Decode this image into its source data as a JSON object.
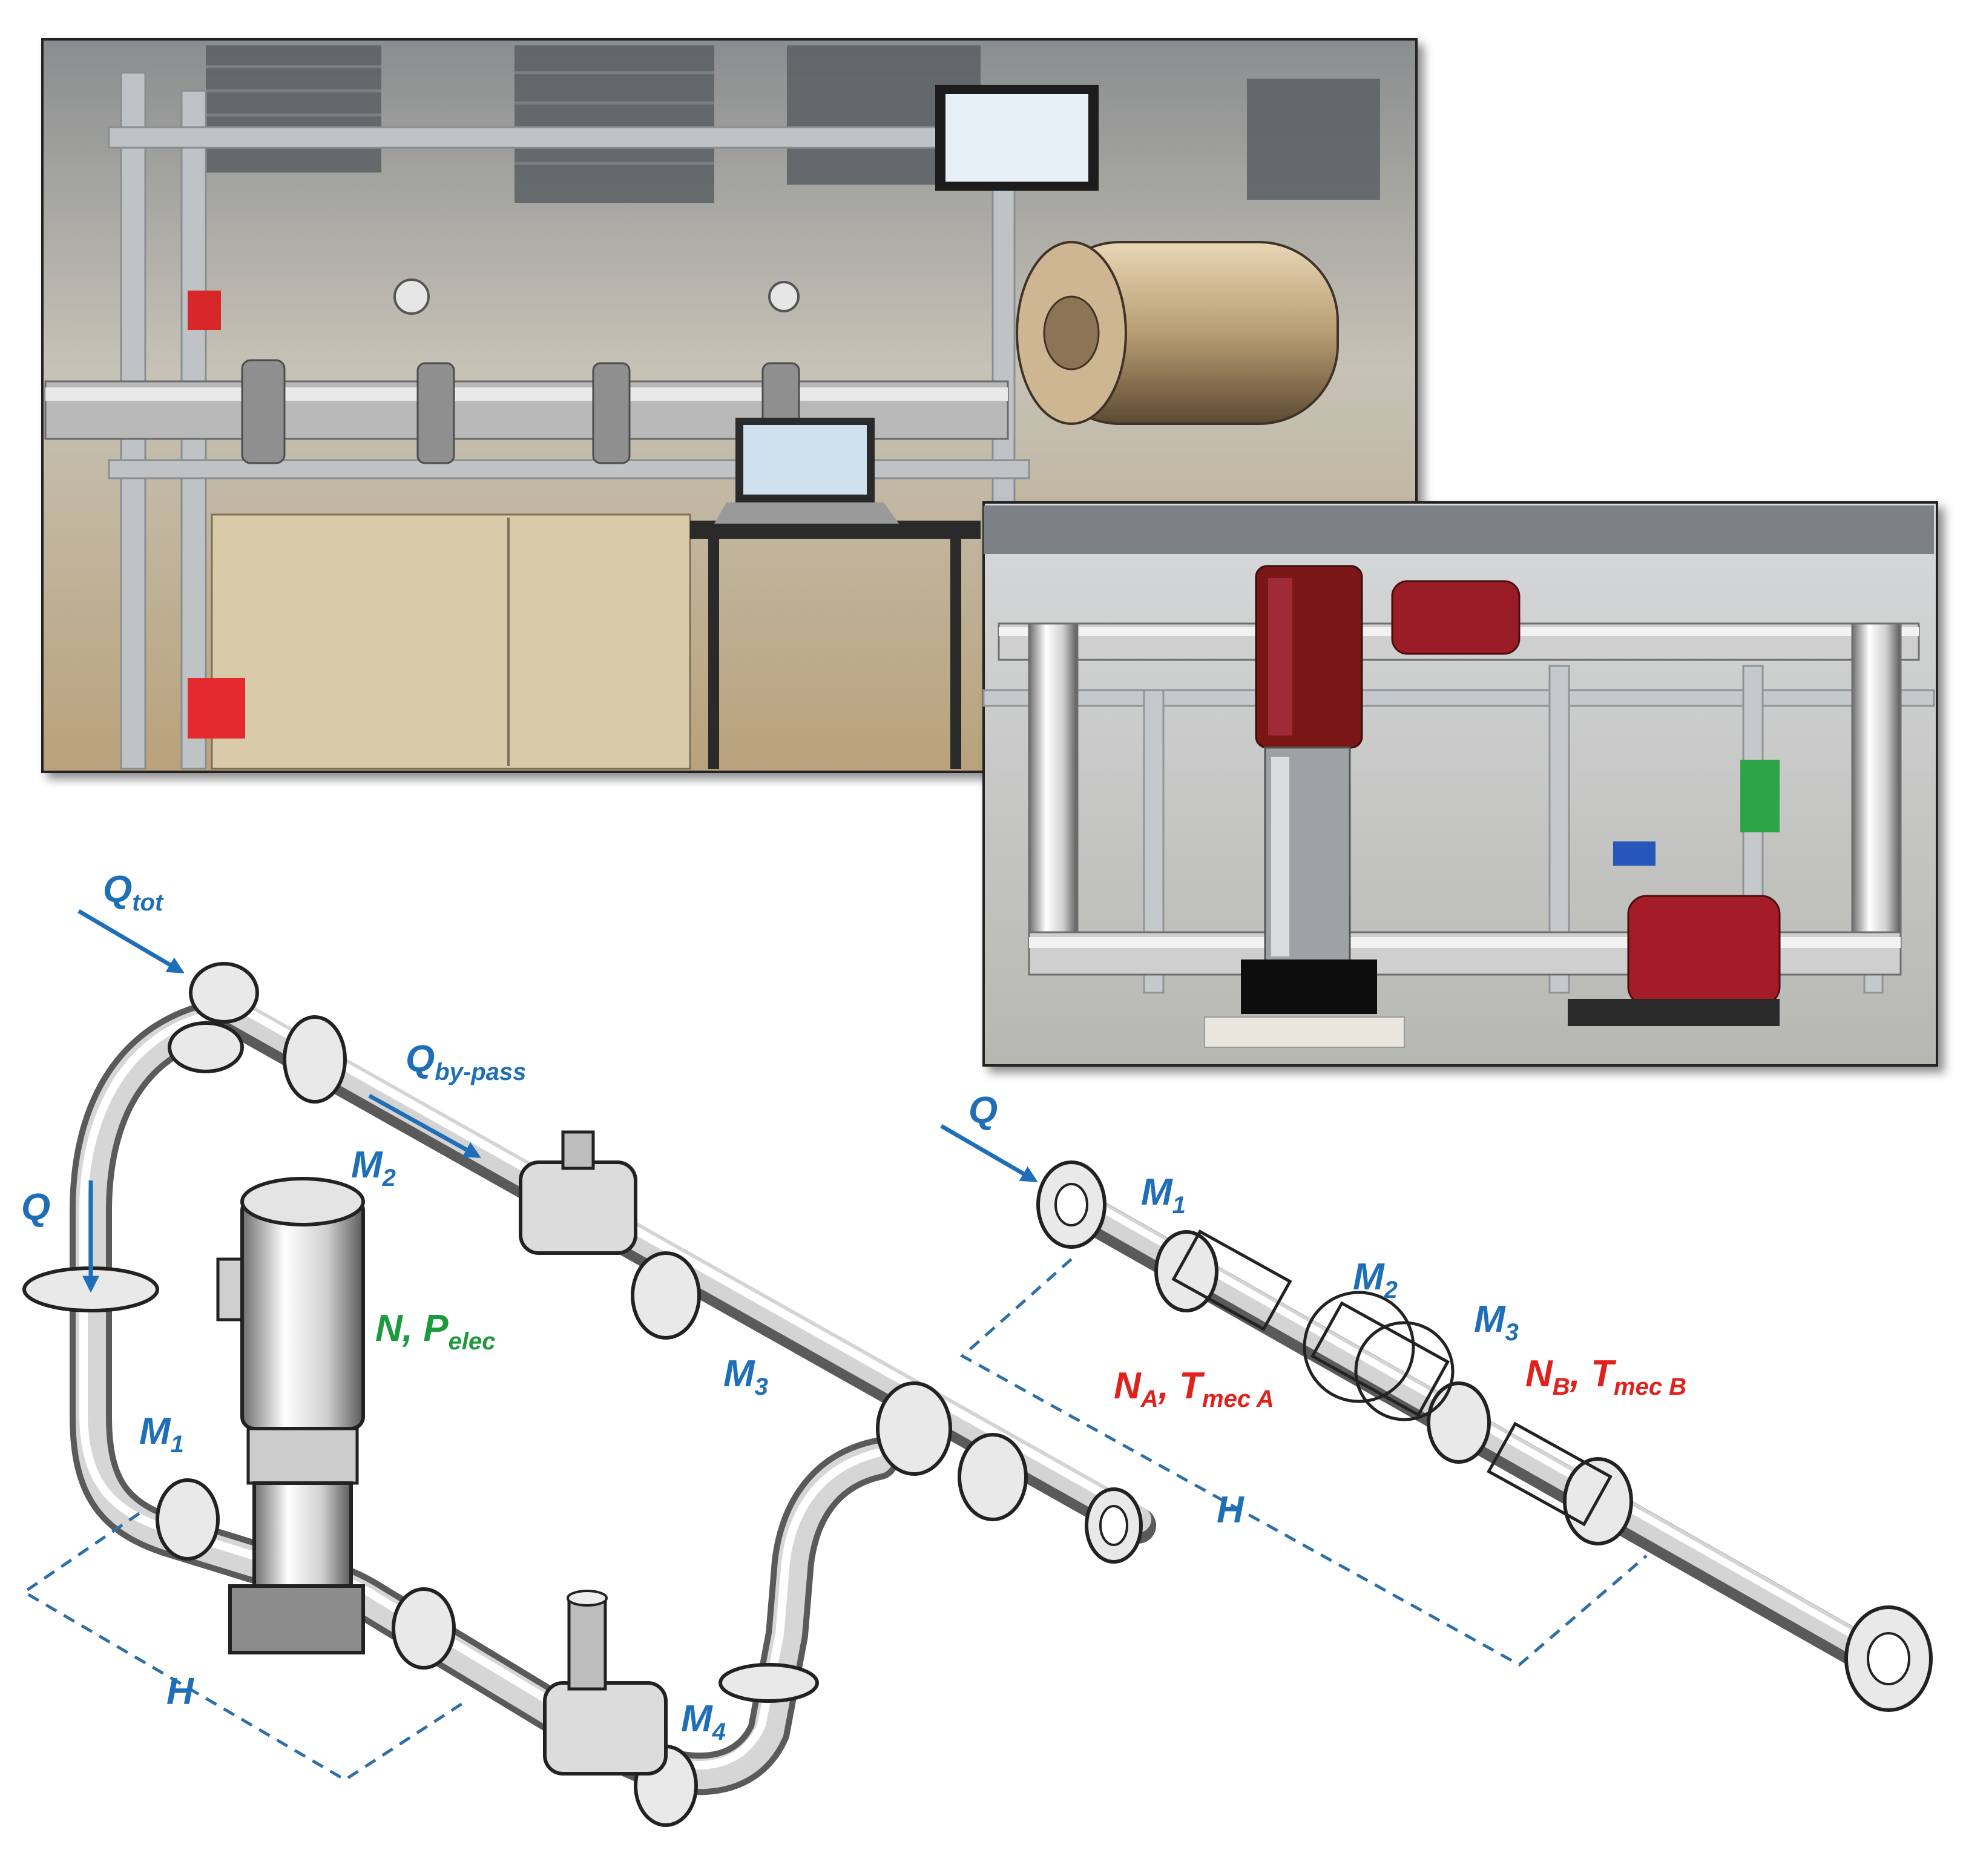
{
  "colors": {
    "flow_blue": "#1f6fb8",
    "power_green": "#1c9a3c",
    "torque_red": "#e0211c",
    "dash_blue": "#2f6fa8",
    "steel": "#c9c9c9"
  },
  "photos": {
    "lab_rig": {
      "name": "laboratory-test-rig-photo"
    },
    "pump_rig": {
      "name": "pump-test-rig-photo"
    }
  },
  "pump_loop": {
    "Q_tot": {
      "main": "Q",
      "sub": "tot"
    },
    "Q_bypass": {
      "main": "Q",
      "sub": "by-pass"
    },
    "Q": {
      "main": "Q"
    },
    "M1": {
      "main": "M",
      "sub": "1"
    },
    "M2": {
      "main": "M",
      "sub": "2"
    },
    "M3": {
      "main": "M",
      "sub": "3"
    },
    "M4": {
      "main": "M",
      "sub": "4"
    },
    "N_Pelec": {
      "main": "N, P",
      "sub": "elec"
    },
    "H": {
      "main": "H"
    }
  },
  "turbine_line": {
    "Q": {
      "main": "Q"
    },
    "M1": {
      "main": "M",
      "sub": "1"
    },
    "M2": {
      "main": "M",
      "sub": "2"
    },
    "M3": {
      "main": "M",
      "sub": "3"
    },
    "NA_TmecA": {
      "n": "N",
      "n_sub": "A",
      "sep": ", T",
      "t_sub": "mec A"
    },
    "NB_TmecB": {
      "n": "N",
      "n_sub": "B",
      "sep": ", T",
      "t_sub": "mec B"
    },
    "H": {
      "main": "H"
    }
  }
}
